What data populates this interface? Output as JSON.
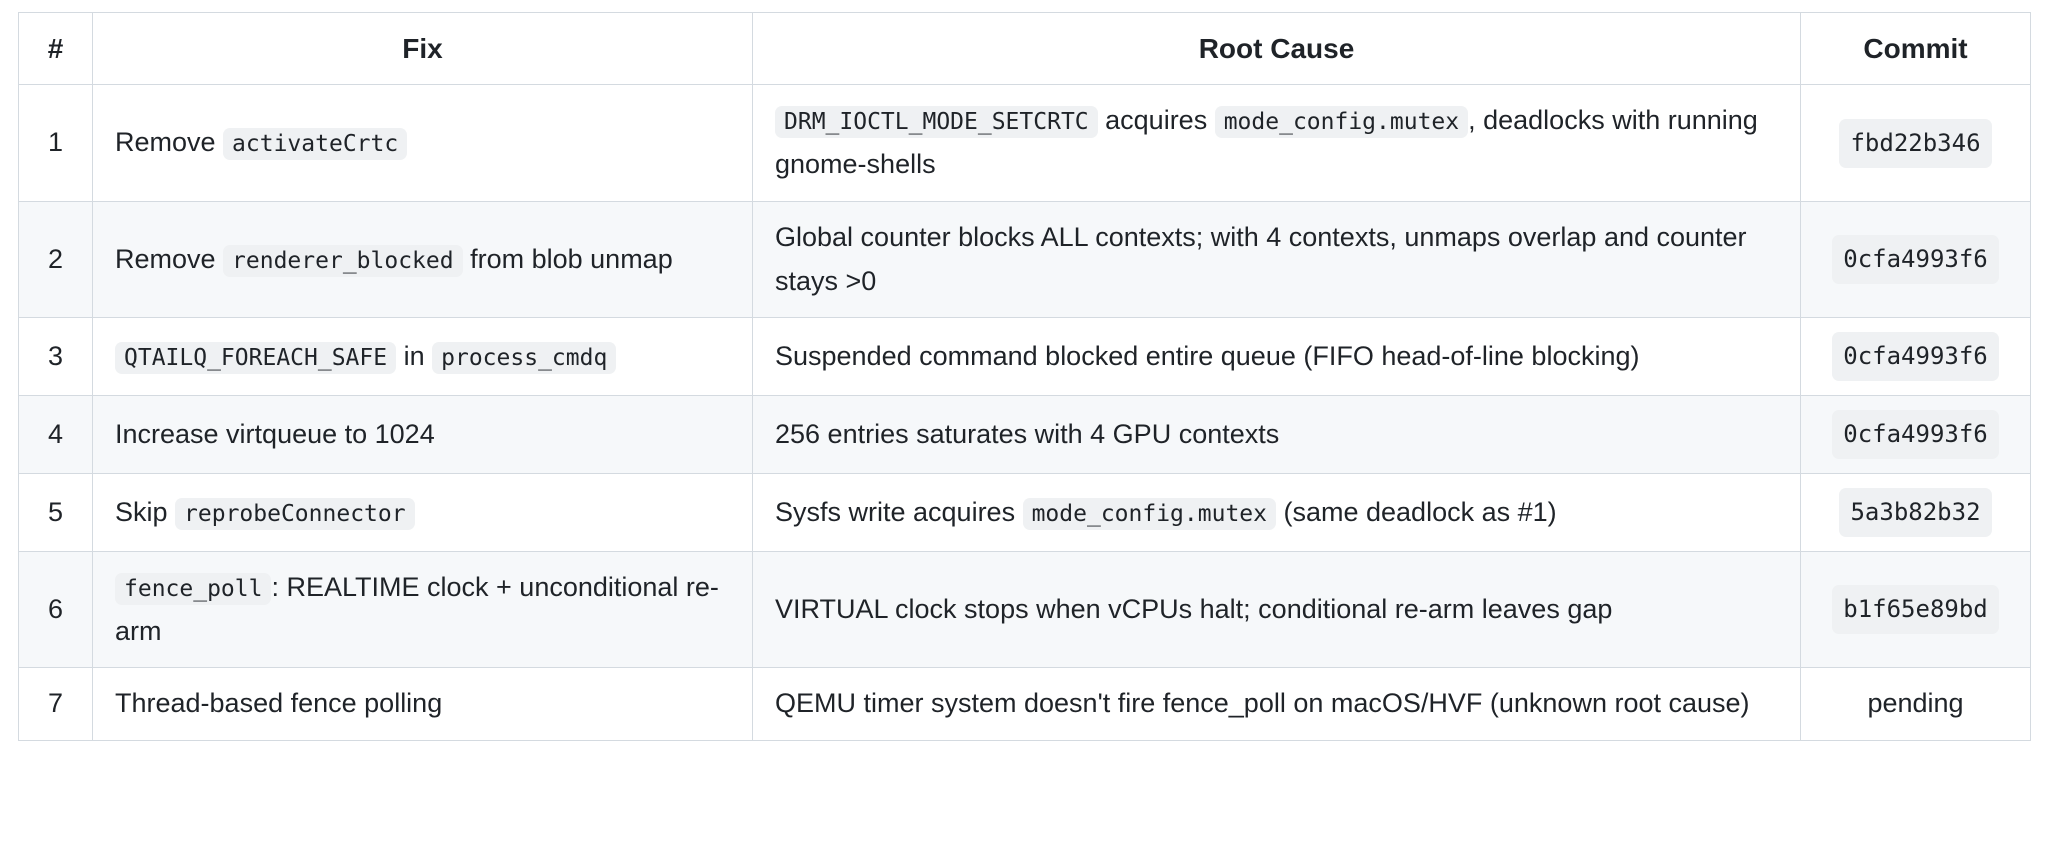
{
  "table": {
    "columns": [
      {
        "key": "num",
        "label": "#",
        "align": "center"
      },
      {
        "key": "fix",
        "label": "Fix",
        "align": "center"
      },
      {
        "key": "root",
        "label": "Root Cause",
        "align": "center"
      },
      {
        "key": "commit",
        "label": "Commit",
        "align": "center"
      }
    ],
    "rows": [
      {
        "num": "1",
        "fix_parts": [
          {
            "type": "text",
            "value": "Remove "
          },
          {
            "type": "code",
            "value": "activateCrtc"
          }
        ],
        "root_parts": [
          {
            "type": "code",
            "value": "DRM_IOCTL_MODE_SETCRTC"
          },
          {
            "type": "text",
            "value": " acquires "
          },
          {
            "type": "code",
            "value": "mode_config.mutex"
          },
          {
            "type": "text",
            "value": ", deadlocks with running gnome-shells"
          }
        ],
        "commit": "fbd22b346",
        "commit_is_code": true,
        "striped": false
      },
      {
        "num": "2",
        "fix_parts": [
          {
            "type": "text",
            "value": "Remove "
          },
          {
            "type": "code",
            "value": "renderer_blocked"
          },
          {
            "type": "text",
            "value": " from blob unmap"
          }
        ],
        "root_parts": [
          {
            "type": "text",
            "value": "Global counter blocks ALL contexts; with 4 contexts, unmaps overlap and counter stays >0"
          }
        ],
        "commit": "0cfa4993f6",
        "commit_is_code": true,
        "striped": true
      },
      {
        "num": "3",
        "fix_parts": [
          {
            "type": "code",
            "value": "QTAILQ_FOREACH_SAFE"
          },
          {
            "type": "text",
            "value": " in "
          },
          {
            "type": "code",
            "value": "process_cmdq"
          }
        ],
        "root_parts": [
          {
            "type": "text",
            "value": "Suspended command blocked entire queue (FIFO head-of-line blocking)"
          }
        ],
        "commit": "0cfa4993f6",
        "commit_is_code": true,
        "striped": false
      },
      {
        "num": "4",
        "fix_parts": [
          {
            "type": "text",
            "value": "Increase virtqueue to 1024"
          }
        ],
        "root_parts": [
          {
            "type": "text",
            "value": "256 entries saturates with 4 GPU contexts"
          }
        ],
        "commit": "0cfa4993f6",
        "commit_is_code": true,
        "striped": true
      },
      {
        "num": "5",
        "fix_parts": [
          {
            "type": "text",
            "value": "Skip "
          },
          {
            "type": "code",
            "value": "reprobeConnector"
          }
        ],
        "root_parts": [
          {
            "type": "text",
            "value": "Sysfs write acquires "
          },
          {
            "type": "code",
            "value": "mode_config.mutex"
          },
          {
            "type": "text",
            "value": " (same deadlock as #1)"
          }
        ],
        "commit": "5a3b82b32",
        "commit_is_code": true,
        "striped": false
      },
      {
        "num": "6",
        "fix_parts": [
          {
            "type": "code",
            "value": "fence_poll"
          },
          {
            "type": "text",
            "value": ": REALTIME clock + unconditional re-arm"
          }
        ],
        "root_parts": [
          {
            "type": "text",
            "value": "VIRTUAL clock stops when vCPUs halt; conditional re-arm leaves gap"
          }
        ],
        "commit": "b1f65e89bd",
        "commit_is_code": true,
        "striped": true
      },
      {
        "num": "7",
        "fix_parts": [
          {
            "type": "text",
            "value": "Thread-based fence polling"
          }
        ],
        "root_parts": [
          {
            "type": "text",
            "value": "QEMU timer system doesn't fire fence_poll on macOS/HVF (unknown root cause)"
          }
        ],
        "commit": "pending",
        "commit_is_code": false,
        "striped": false
      }
    ]
  },
  "colors": {
    "border": "#d4dae0",
    "stripe": "#f6f8fa",
    "code_bg": "#eff1f3",
    "text": "#1f2328",
    "page_bg": "#ffffff"
  }
}
